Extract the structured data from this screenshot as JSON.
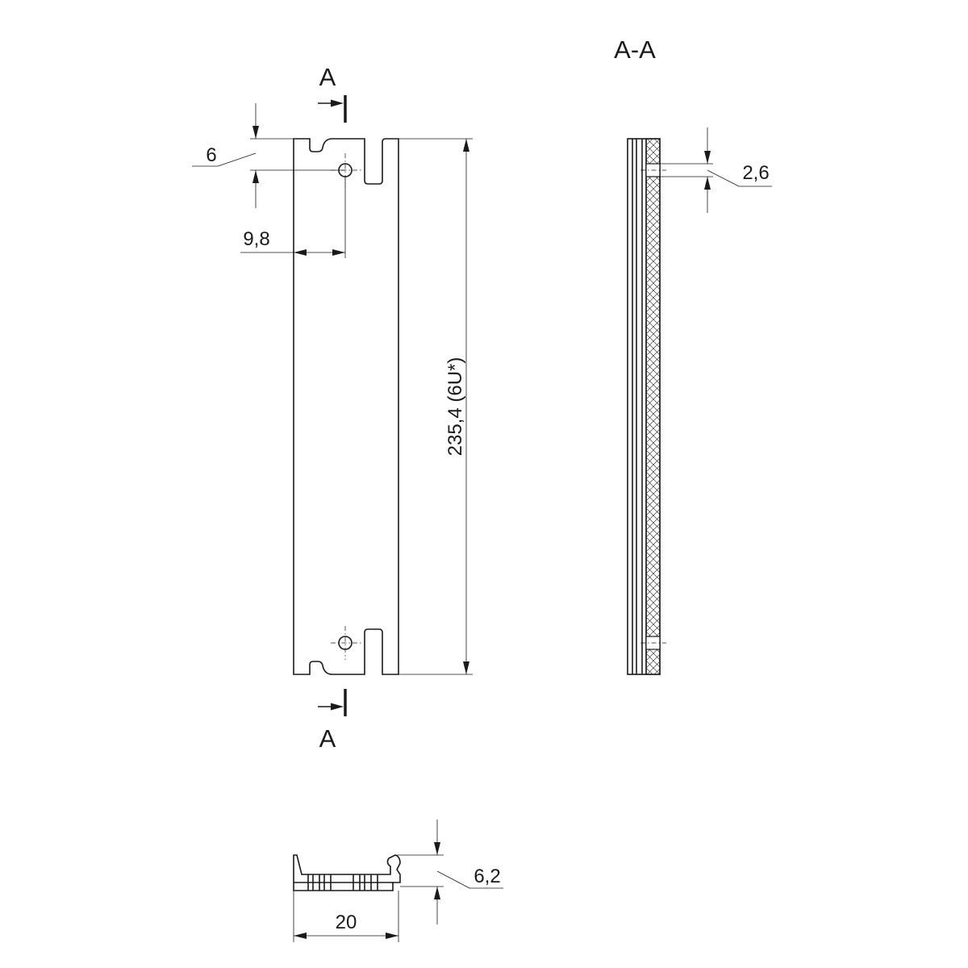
{
  "section_title": "A-A",
  "section_marker_top": "A",
  "section_marker_bottom": "A",
  "dimensions": {
    "slot_offset": "6",
    "hole_offset": "9,8",
    "length": "235,4 (6U*)",
    "hole_diameter": "2,6",
    "profile_height": "6,2",
    "profile_width": "20"
  }
}
